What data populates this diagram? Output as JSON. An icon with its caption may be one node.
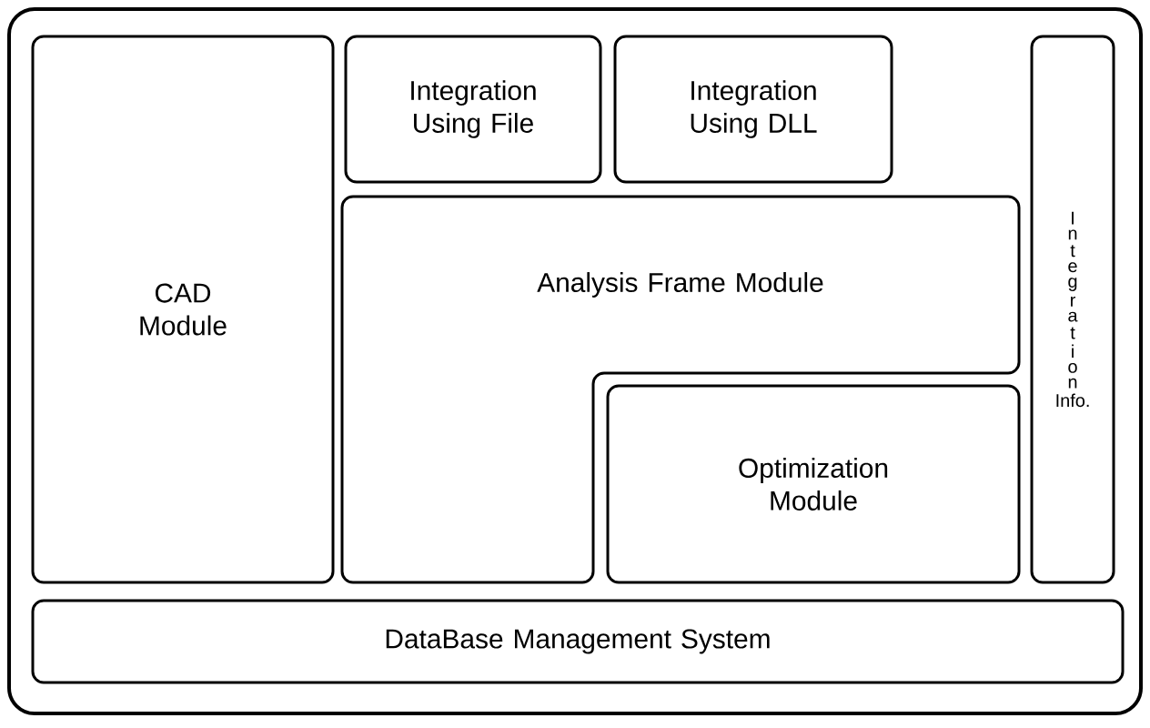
{
  "diagram": {
    "nodes": [
      {
        "text": [],
        "shape": "box"
      },
      {
        "text": [
          "CAD Module"
        ],
        "in": 0
      },
      {
        "text": [
          "Integration Using File"
        ],
        "in": 0
      },
      {
        "text": [
          "Integration Using DLL"
        ],
        "in": 0
      },
      {
        "text": [
          "Integration Info."
        ],
        "in": 0
      },
      {
        "text": [
          "Analysis Frame Module"
        ],
        "in": 0
      },
      {
        "text": [
          "Optimization Module"
        ],
        "in": 0
      },
      {
        "text": [
          "DataBase Management System"
        ],
        "in": 0
      }
    ]
  }
}
